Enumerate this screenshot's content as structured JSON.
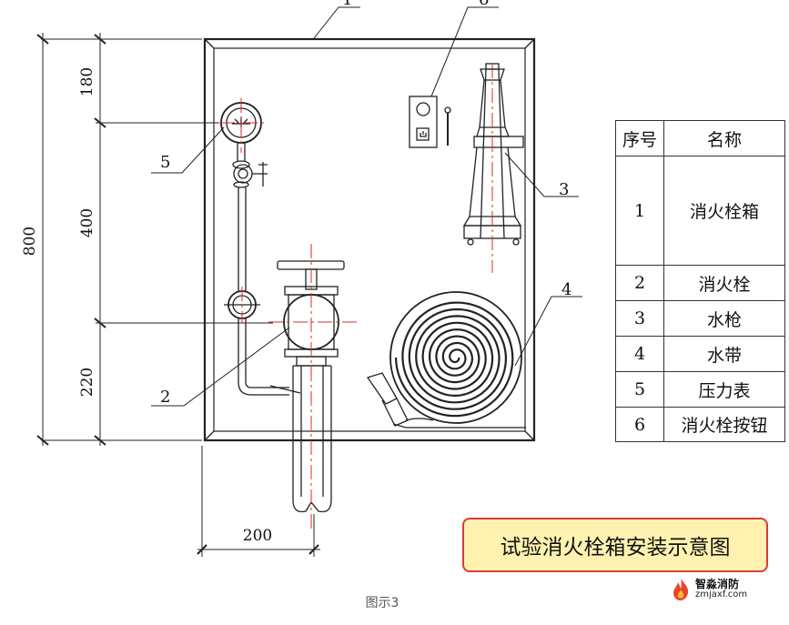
{
  "dimensions": {
    "total_height": "800",
    "top_segment": "180",
    "middle_segment": "400",
    "bottom_segment": "220",
    "bottom_width": "200"
  },
  "callouts": [
    "1",
    "2",
    "3",
    "4",
    "5",
    "6"
  ],
  "legend": {
    "header_number": "序号",
    "header_name": "名称",
    "rows": [
      {
        "number": "1",
        "name": "消火栓箱"
      },
      {
        "number": "2",
        "name": "消火栓"
      },
      {
        "number": "3",
        "name": "水枪"
      },
      {
        "number": "4",
        "name": "水带"
      },
      {
        "number": "5",
        "name": "压力表"
      },
      {
        "number": "6",
        "name": "消火栓按钮"
      }
    ]
  },
  "caption": "试验消火栓箱安装示意图",
  "figure_note": "图示3",
  "logo": {
    "brand": "智淼消防",
    "domain": "zmjaxf.com"
  },
  "colors": {
    "centerline": "#e0282a",
    "caption_fill": "#fff2b0",
    "caption_border": "#d63c3c"
  }
}
